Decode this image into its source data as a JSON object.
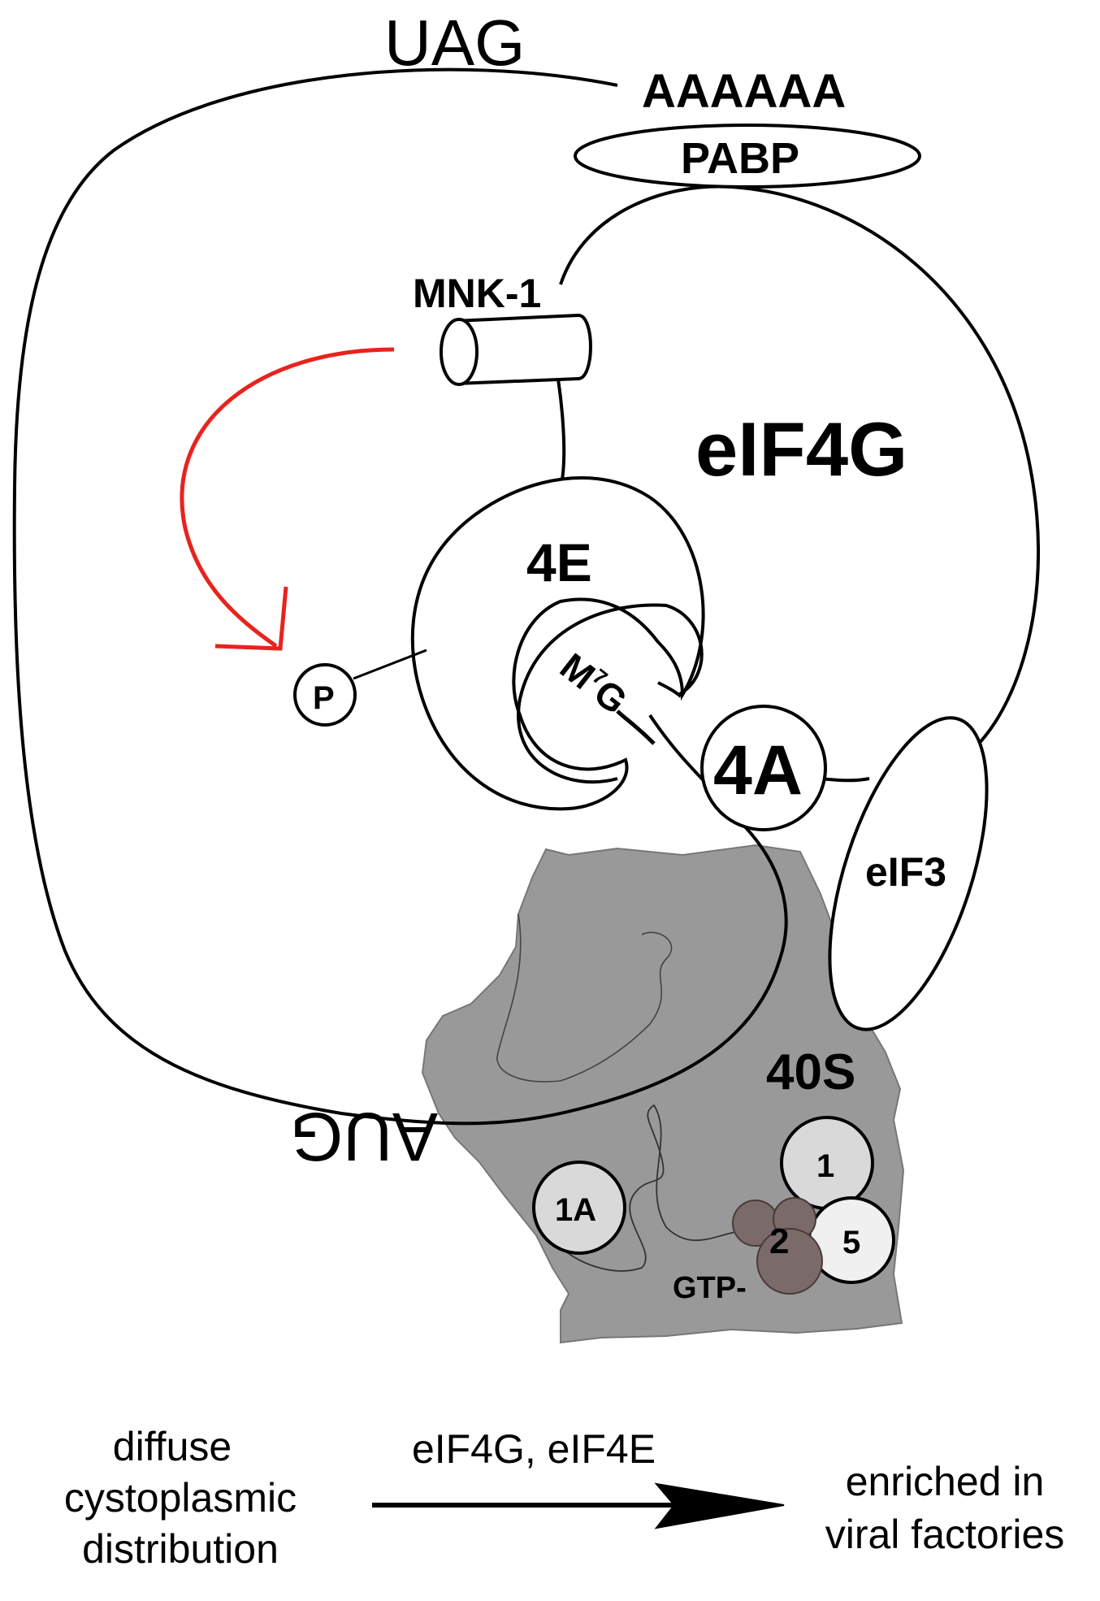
{
  "labels": {
    "stop_codon": "UAG",
    "poly_a": "AAAAAA",
    "pabp": "PABP",
    "mnk1": "MNK-1",
    "eif4g": "eIF4G",
    "eif4e_short": "4E",
    "cap": "M",
    "cap_superscript": "7",
    "cap_suffix": "G",
    "phosphate": "P",
    "eif4a_short": "4A",
    "eif3": "eIF3",
    "ribosome_40s": "40S",
    "start_codon": "AUG",
    "eif1": "1",
    "eif1a": "1A",
    "eif2": "2",
    "eif5": "5",
    "gtp": "GTP-"
  },
  "caption": {
    "left_line1": "diffuse",
    "left_line2": "cystoplasmic",
    "left_line3": "distribution",
    "arrow_label": "eIF4G, eIF4E",
    "right_line1": "enriched in",
    "right_line2": "viral factories"
  },
  "colors": {
    "stroke": "#000000",
    "ribosome_fill": "#999999",
    "factor_light": "#d9d9d9",
    "factor_lighter": "#f0f0f0",
    "eif2_fill": "#7a6a6a",
    "arrow_red": "#e8231e"
  }
}
